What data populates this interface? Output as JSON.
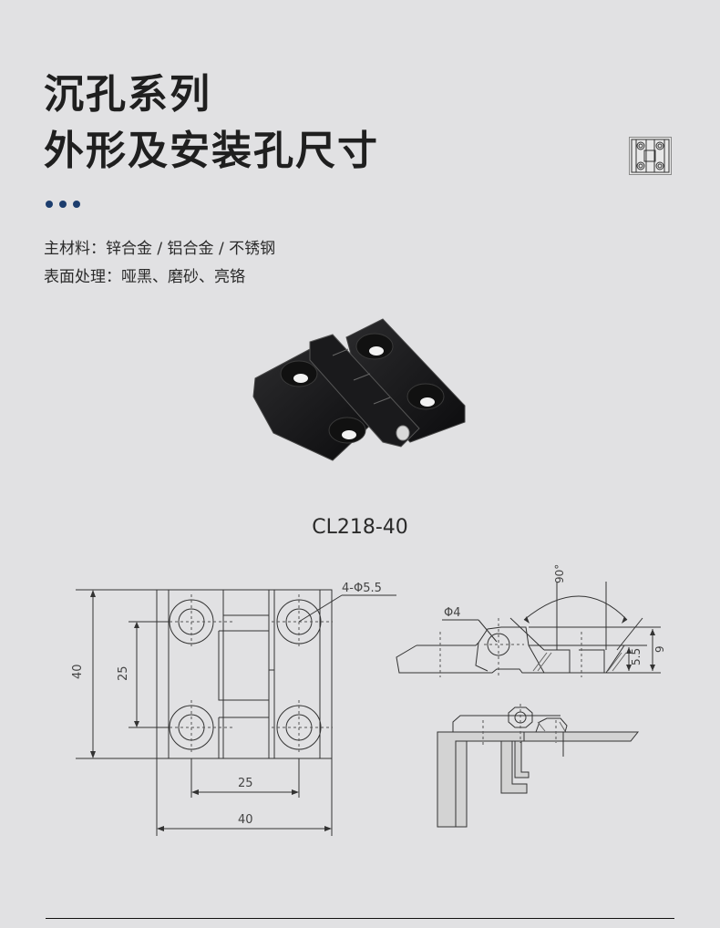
{
  "header": {
    "title_line1": "沉孔系列",
    "title_line2": "外形及安装孔尺寸",
    "accent_color": "#1c3d6e",
    "thumbnail_icon": "hinge-outline-icon"
  },
  "specs": {
    "material": "主材料：锌合金 / 铝合金 / 不锈钢",
    "finish": "表面处理：哑黑、磨砂、亮铬"
  },
  "product": {
    "image": "black-hinge-photo",
    "model": "CL218-40"
  },
  "drawing": {
    "front_view": {
      "height_overall": "40",
      "hole_spacing_vertical": "25",
      "hole_spacing_horizontal": "25",
      "width_overall": "40",
      "hole_callout": "4-Φ5.5"
    },
    "side_view": {
      "pin_diameter": "Φ4",
      "countersink_angle": "90°",
      "thickness": "9",
      "countersink_depth": "5.5"
    },
    "mounting_view": "hinge-mounted-on-profile"
  }
}
